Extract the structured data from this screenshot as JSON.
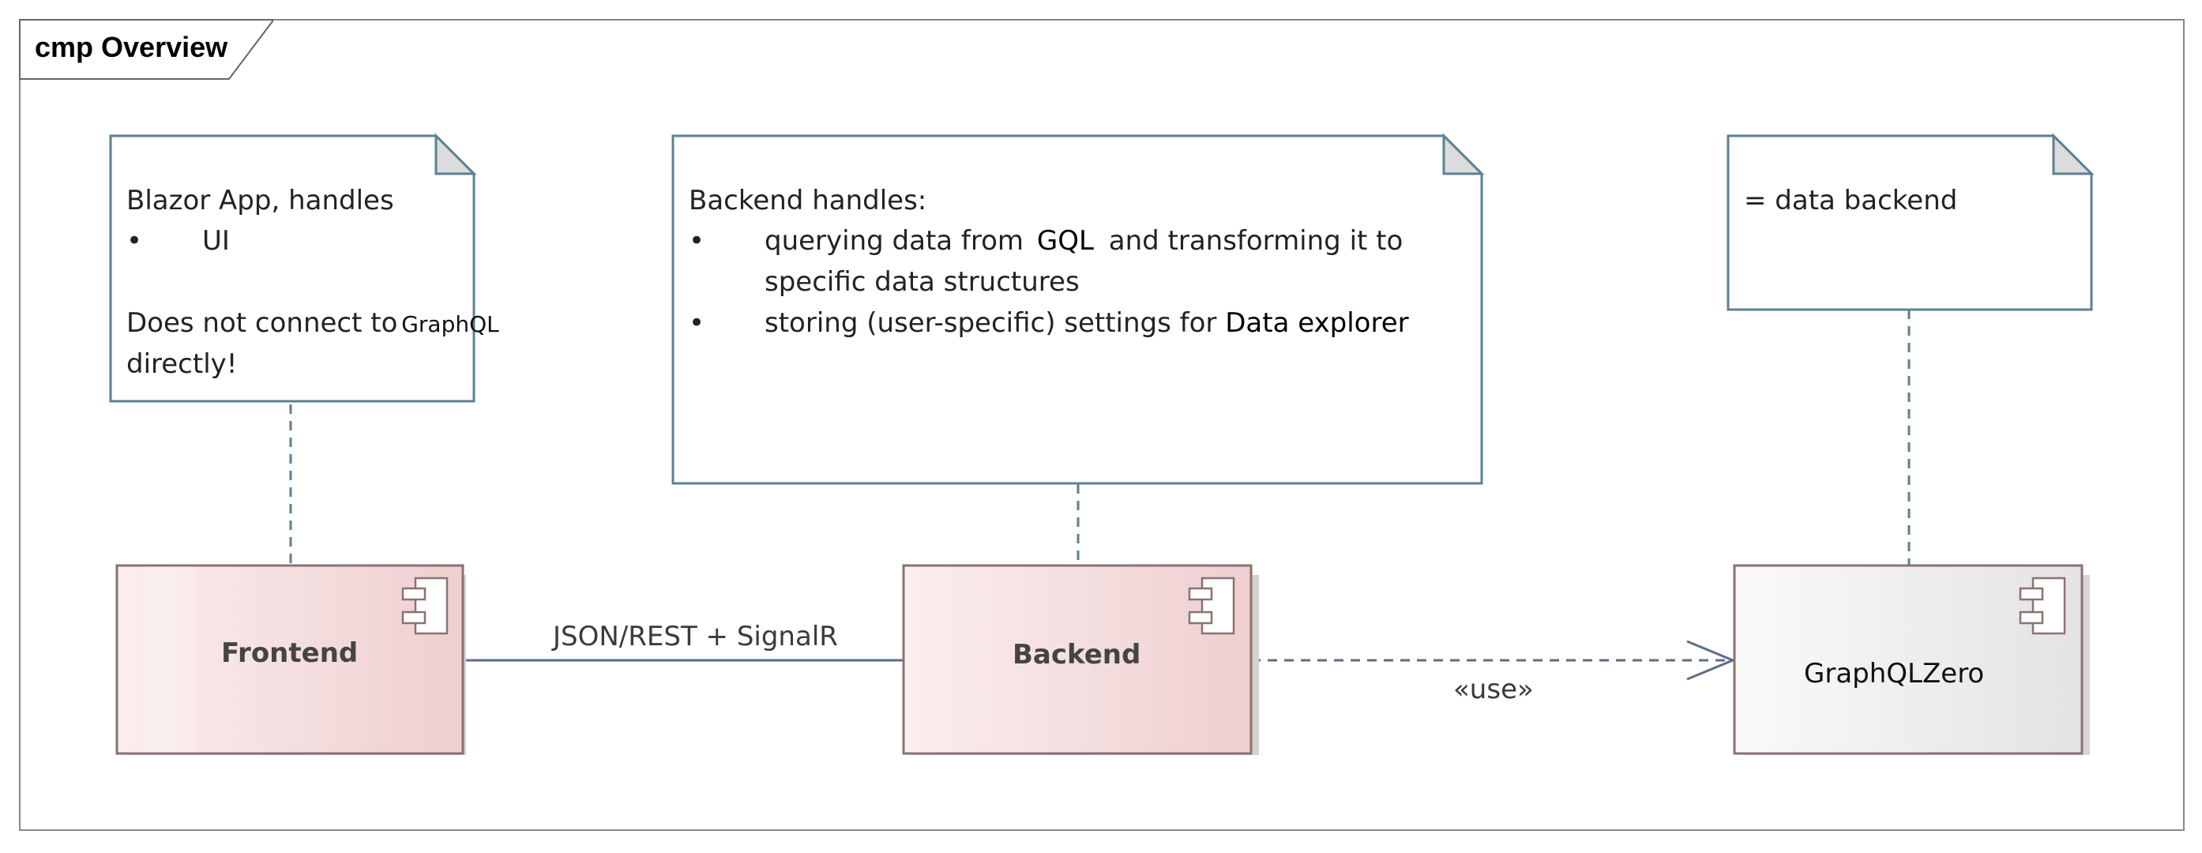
{
  "frame": {
    "title": "cmp Overview"
  },
  "notes": {
    "frontend": {
      "line1": "Blazor App, handles",
      "bullet": "•",
      "bullet1": "UI",
      "line3_prefix": "Does not connect to ",
      "line3_term": "GraphQL",
      "line4": "directly!"
    },
    "backend": {
      "line1": "Backend handles:",
      "bullet": "•",
      "b1_prefix": "querying data from ",
      "b1_term": "GQL",
      "b1_suffix": " and transforming it to",
      "b1_line2": "specific data structures",
      "b2_prefix": "storing (user-specific) settings for ",
      "b2_term": "Data explorer"
    },
    "graphql": {
      "line1": "= data backend"
    }
  },
  "components": {
    "frontend": "Frontend",
    "backend": "Backend",
    "graphql": "GraphQLZero"
  },
  "connectors": {
    "rest": "JSON/REST + SignalR",
    "use": "«use»"
  },
  "colors": {
    "note_border": "#5a8194",
    "note_fill": "#ffffff",
    "note_fold": "#dcdcdc",
    "component_border": "#8a7270",
    "component_pink": "#f3d3d4",
    "component_gray": "#e8e8e8",
    "connector": "#5e6d86",
    "dashed": "#5e7e92"
  }
}
